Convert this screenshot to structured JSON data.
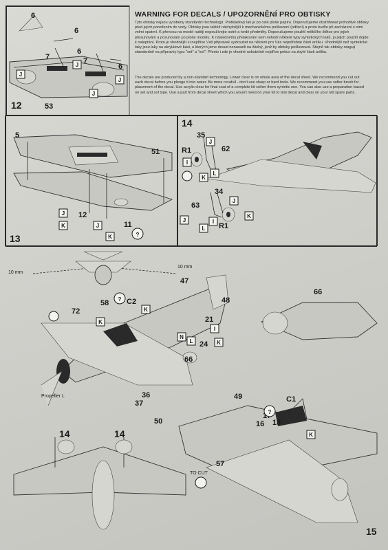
{
  "warning": {
    "title": "WARNING FOR DECALS / UPOZORNĚNÍ PRO OBTISKY",
    "czech": "Tyto obtisky nejsou vyrobeny standardní technologií. Podkladový lak je po celé ploše papíru. Doporučujeme obstřihnout jednotlivé obtisky před jejich ponořením do vody. Obtisky jsou taktéž náchylnější k mechanickému poškození (odření) a proto buďte při zacházení s nimi velmi opatrní. K přenosu na model raději nepoužívejte ostré a tvrdé předměty. Doporučujeme použití měkčího štětce pro jejich přesunování a posunování po ploše modelu. K následnému přelakování sem nehodí některé typy syntetických laků, jo jejich použití dojde k naleptání. Proto je vhodnější si nejdříve Váš připravek vyzkoušet na některé pro Vás nepotřebné části aršíku. Vhodnější než syntetické laky jsou laky na akrylátové bázi, u kterých jsme dosud nenarazili na žádný, jenž by obtisky poškozoval. Stejně tak obtisky reagují standardně na přípravky typu \"set\" a \"sol\". Přesto i zde je vhodné uskutečnit nejdříve pokus na zbylé části aršíku.",
    "english": "The decals are produced by a non-standart technology. Lower clear is on whole area of the decal sheet. We recommend you cut out each decal before you plenge it into water. Be more cerafull - don't use sharp or hard tools. We recommend you use softer brush for placement of the decal. Use acrylic clear for final coat of a complete kit rather them syntetic one. You can also use a preparation based on set and sol type. Use a part from decal sheet which you woun't need on your kit to test decal and clear on your old spare parts."
  },
  "steps": {
    "s12": "12",
    "s13": "13",
    "s14": "14",
    "s15": "15"
  },
  "parts": {
    "p6a": "6",
    "p6b": "6",
    "p6c": "6",
    "p6d": "6",
    "p7a": "7",
    "p7b": "7",
    "p53": "53",
    "p5": "5",
    "p51": "51",
    "p12": "12",
    "p11": "11",
    "p35": "35",
    "p62": "62",
    "r1a": "R1",
    "p34": "34",
    "p63": "63",
    "r1b": "R1",
    "p47": "47",
    "p48": "48",
    "p72": "72",
    "p58": "58",
    "c2": "C2",
    "p21": "21",
    "p24": "24",
    "p66a": "66",
    "p66b": "66",
    "p36": "36",
    "p37": "37",
    "p49": "49",
    "p50": "50",
    "p16": "16",
    "p17": "17",
    "p18": "18",
    "c1": "C1",
    "p57": "57",
    "p14a": "14",
    "p14b": "14"
  },
  "labels": {
    "ten_mm_left": "10 mm",
    "ten_mm_right": "10 mm",
    "propeller": "Propeller L",
    "to_cut": "TO CUT"
  },
  "callouts": {
    "j": "J",
    "k": "K",
    "i": "I",
    "l": "L",
    "n": "N",
    "q": "?"
  }
}
